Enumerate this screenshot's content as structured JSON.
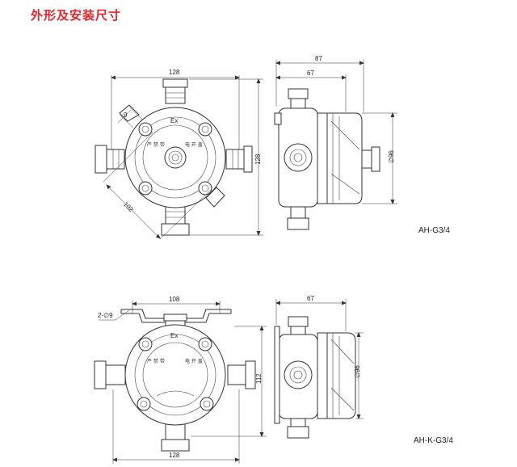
{
  "heading": "外形及安装尺寸",
  "top": {
    "model": "AH-G3/4",
    "front": {
      "width": "128",
      "height": "128",
      "diagonal": "102",
      "bolt": "9",
      "mark": "Ex",
      "plate_left": "严 禁 带",
      "plate_right": "电 开 盖"
    },
    "side": {
      "overall": "87",
      "body": "67",
      "diameter": "∅96"
    }
  },
  "bottom": {
    "model": "AH-K-G3/4",
    "front": {
      "bracket": "108",
      "holes": "2-∅9",
      "height": "112",
      "width": "128",
      "mark": "Ex",
      "plate_left": "严 禁 带",
      "plate_right": "电 开 盖"
    },
    "side": {
      "body": "67",
      "diameter": "∅96"
    }
  }
}
